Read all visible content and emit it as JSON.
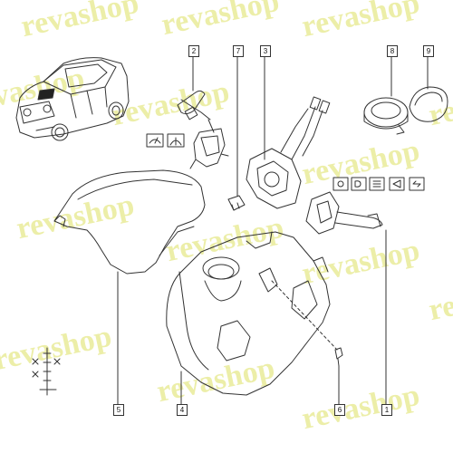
{
  "watermark": "revashop",
  "callouts": {
    "c1": "1",
    "c2": "2",
    "c3": "3",
    "c4": "4",
    "c5": "5",
    "c6": "6",
    "c7": "7",
    "c8": "8",
    "c9": "9"
  },
  "colors": {
    "line": "#333333",
    "watermark": "#e9ec9a"
  },
  "icons": [
    "wiper-icon",
    "rear-wiper-icon",
    "parking-light-icon",
    "low-beam-icon",
    "high-beam-icon",
    "horn-icon",
    "direction-arrows-icon"
  ]
}
